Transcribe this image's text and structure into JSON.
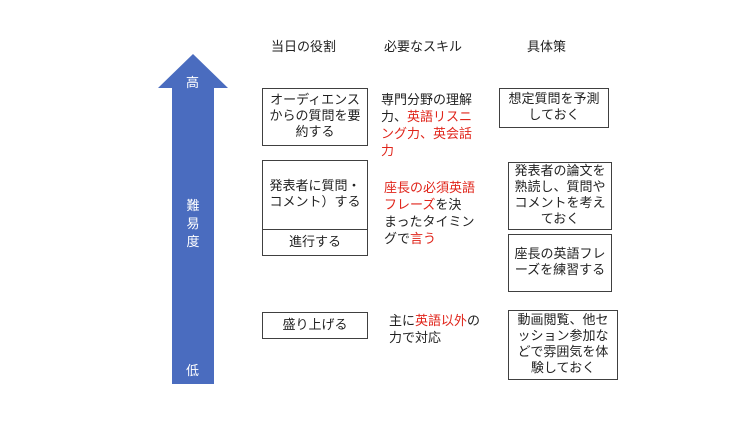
{
  "headers": {
    "role": "当日の役割",
    "skill": "必要なスキル",
    "measure": "具体策"
  },
  "arrow": {
    "high": "高",
    "low": "低",
    "axis": [
      "難",
      "易",
      "度"
    ],
    "color": "#4a6cbf",
    "text_color": "#ffffff"
  },
  "roles": [
    "オーディエンスからの質問を要約する",
    "発表者に質問・コメント）する",
    "進行する",
    "盛り上げる"
  ],
  "skills": {
    "row1": [
      "専門分野の理解",
      "力、",
      "英語リスニ",
      "ング力、英会話",
      "力"
    ],
    "row2": [
      "座長の必須英語",
      "フレーズ",
      "を決",
      "まったタイミン",
      "グで",
      "言う"
    ],
    "row3": [
      "主に",
      "英語以外",
      "の",
      "力で対応"
    ]
  },
  "measures": [
    "想定質問を予測しておく",
    "発表者の論文を熟読し、質問やコメントを考えておく",
    "座長の英語フレーズを練習する",
    "動画閲覧、他セッション参加などで雰囲気を体験しておく"
  ],
  "colors": {
    "highlight": "#e0251b",
    "border": "#404040"
  }
}
